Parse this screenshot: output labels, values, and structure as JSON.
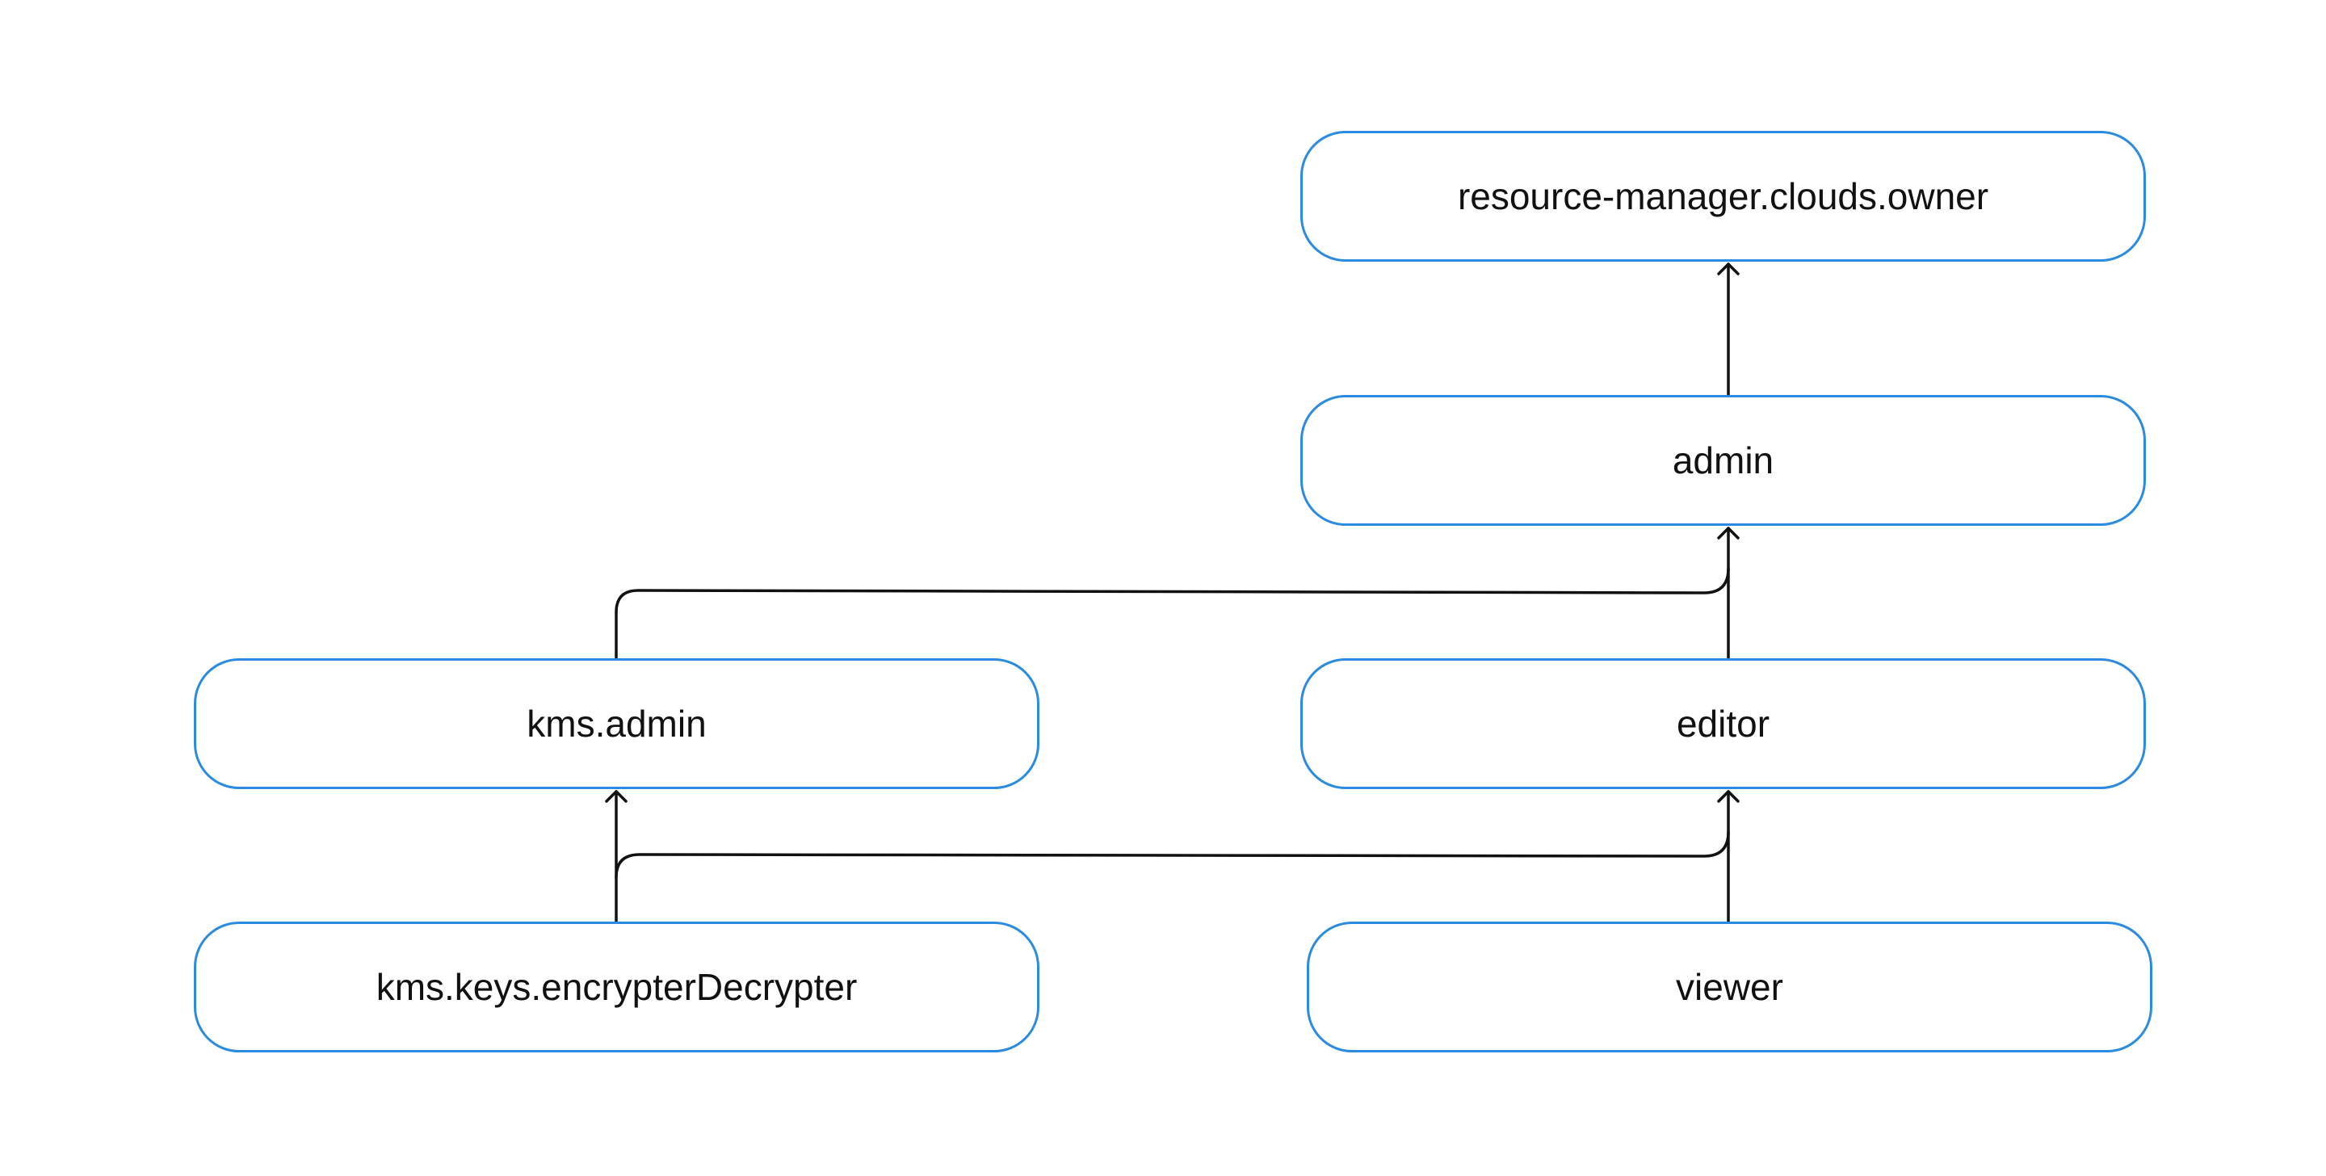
{
  "diagram": {
    "nodes": {
      "owner": "resource-manager.clouds.owner",
      "admin": "admin",
      "kms_admin": "kms.admin",
      "editor": "editor",
      "kms_keys": "kms.keys.encrypterDecrypter",
      "viewer": "viewer"
    },
    "edges": [
      {
        "from": "admin",
        "to": "owner"
      },
      {
        "from": "editor",
        "to": "admin"
      },
      {
        "from": "kms_admin",
        "to": "admin"
      },
      {
        "from": "kms_keys",
        "to": "kms_admin"
      },
      {
        "from": "kms_keys",
        "to": "editor"
      },
      {
        "from": "viewer",
        "to": "editor"
      }
    ],
    "colors": {
      "node_border": "#2b8be0",
      "edge": "#111111",
      "text": "#111111",
      "background": "#ffffff"
    }
  }
}
